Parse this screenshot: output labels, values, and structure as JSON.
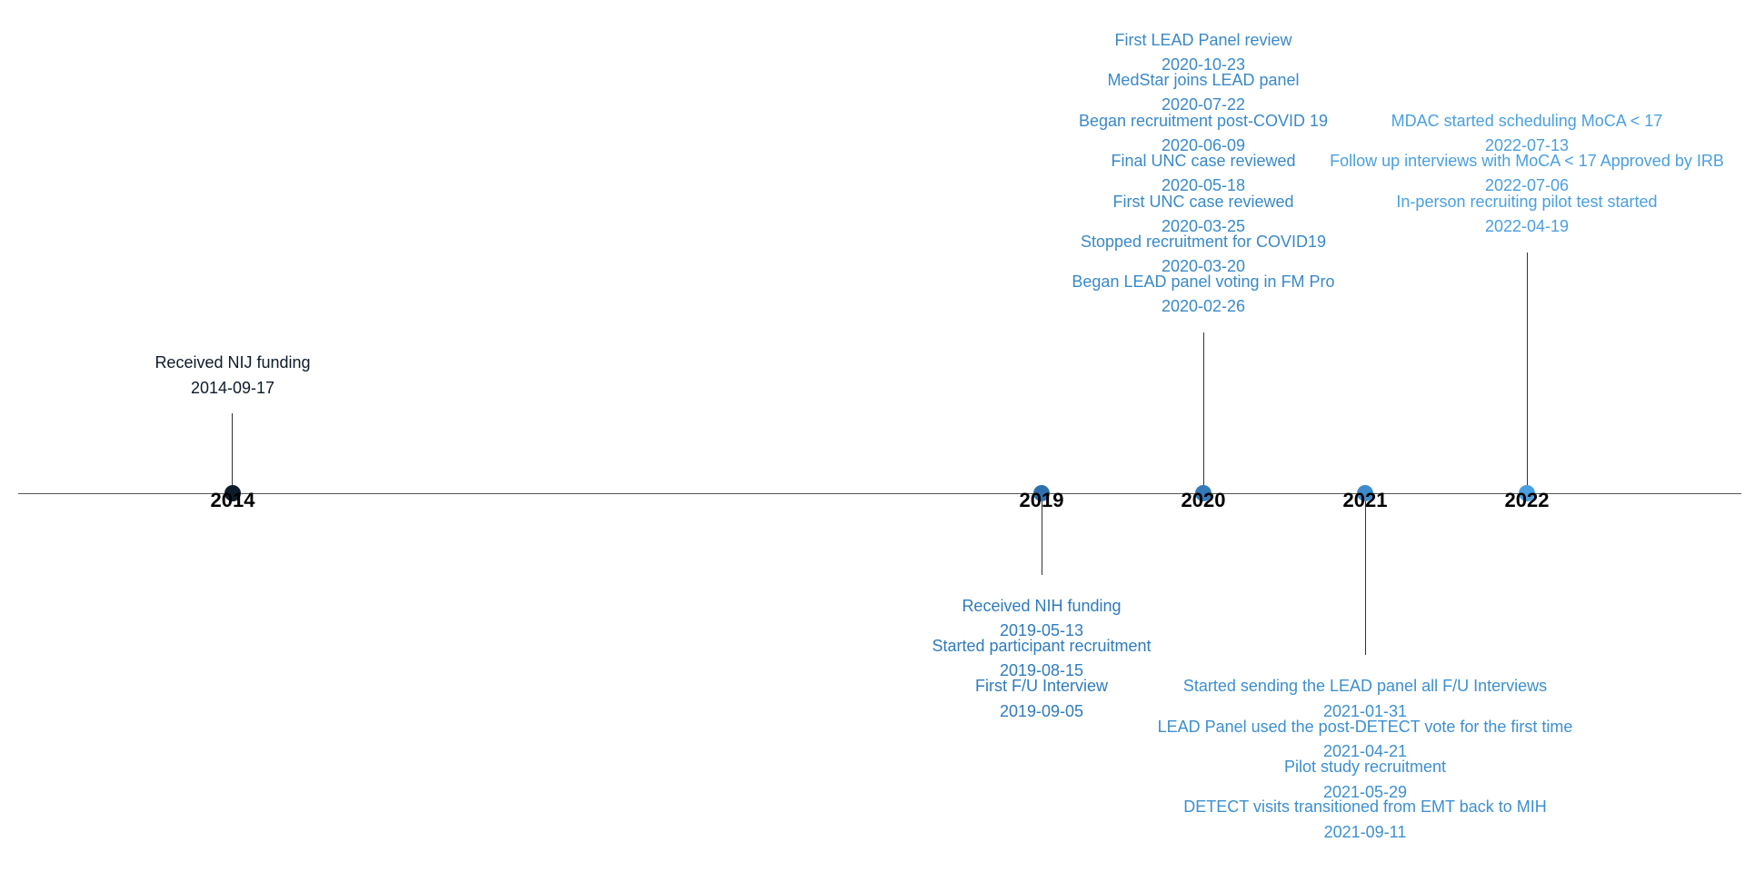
{
  "colors": {
    "axis": "#555555",
    "stem": "#333333",
    "year_label": "#000000",
    "group_2014": "#0d1b2a",
    "group_2019": "#2f7bbd",
    "group_2020": "#3a89c9",
    "group_2021": "#3d8fd0",
    "group_2022": "#4a9fe0"
  },
  "timeline": {
    "years": [
      "2014",
      "2019",
      "2020",
      "2021",
      "2022"
    ],
    "groups": [
      {
        "year": "2014",
        "color": "#0d1b2a",
        "dot_color": "#0d1b2a",
        "side": "above",
        "events": [
          {
            "label": "Received NIJ funding",
            "date": "2014-09-17"
          }
        ]
      },
      {
        "year": "2019",
        "color": "#2f7bbd",
        "dot_color": "#2f6fae",
        "side": "below",
        "events": [
          {
            "label": "Received NIH funding",
            "date": "2019-05-13"
          },
          {
            "label": "Started participant recruitment",
            "date": "2019-08-15"
          },
          {
            "label": "First F/U Interview",
            "date": "2019-09-05"
          }
        ]
      },
      {
        "year": "2020",
        "color": "#3a89c9",
        "dot_color": "#3479ba",
        "side": "above",
        "events": [
          {
            "label": "Began LEAD panel voting in FM Pro",
            "date": "2020-02-26"
          },
          {
            "label": "Stopped recruitment for COVID19",
            "date": "2020-03-20"
          },
          {
            "label": "First UNC case reviewed",
            "date": "2020-03-25"
          },
          {
            "label": "Final UNC case reviewed",
            "date": "2020-05-18"
          },
          {
            "label": "Began recruitment post-COVID 19",
            "date": "2020-06-09"
          },
          {
            "label": "MedStar joins LEAD panel",
            "date": "2020-07-22"
          },
          {
            "label": "First LEAD Panel review",
            "date": "2020-10-23"
          }
        ]
      },
      {
        "year": "2021",
        "color": "#3d8fd0",
        "dot_color": "#3f8ccc",
        "side": "below",
        "events": [
          {
            "label": "Started sending the LEAD panel all F/U Interviews",
            "date": "2021-01-31"
          },
          {
            "label": "LEAD Panel used the post-DETECT vote for the first time",
            "date": "2021-04-21"
          },
          {
            "label": "Pilot study recruitment",
            "date": "2021-05-29"
          },
          {
            "label": "DETECT visits transitioned from EMT back to MIH",
            "date": "2021-09-11"
          }
        ]
      },
      {
        "year": "2022",
        "color": "#4a9fe0",
        "dot_color": "#4a9fe0",
        "side": "above",
        "events": [
          {
            "label": "In-person recruiting pilot test started",
            "date": "2022-04-19"
          },
          {
            "label": "Follow up interviews with MoCA < 17 Approved by IRB",
            "date": "2022-07-06"
          },
          {
            "label": "MDAC started scheduling MoCA < 17",
            "date": "2022-07-13"
          }
        ]
      }
    ]
  }
}
